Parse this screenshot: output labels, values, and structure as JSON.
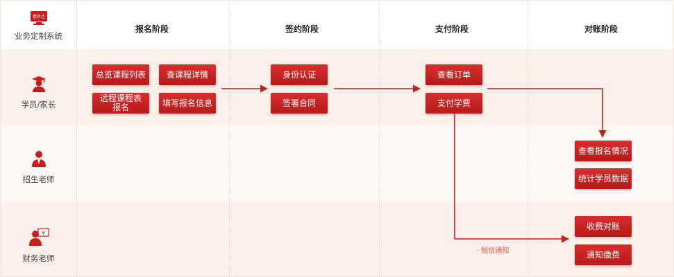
{
  "header": {
    "system_title": "业务定制系统",
    "logo_text": "意外之"
  },
  "stages": [
    "报名阶段",
    "签约阶段",
    "支付阶段",
    "对账阶段"
  ],
  "roles": {
    "student": "学员/家长",
    "recruiter": "招生老师",
    "finance": "财务老师"
  },
  "actions": {
    "browse_courses": "总览课程列表",
    "course_detail": "查课程详情",
    "remote_schedule_line1": "远程课程表",
    "remote_schedule_line2": "报名",
    "fill_info": "填写报名信息",
    "identity": "身份认证",
    "sign_contract": "签署合同",
    "view_order": "查看订单",
    "pay_fee": "支付学费",
    "view_enroll": "查看报名情况",
    "stats": "统计学员数据",
    "collect_reconcile": "收费对账",
    "notify_payment": "通知缴费"
  },
  "sms_note": "· 短信通知",
  "colors": {
    "accent": "#c41f1f",
    "band": "#fdf0ea",
    "band_light": "#fff9f6"
  }
}
